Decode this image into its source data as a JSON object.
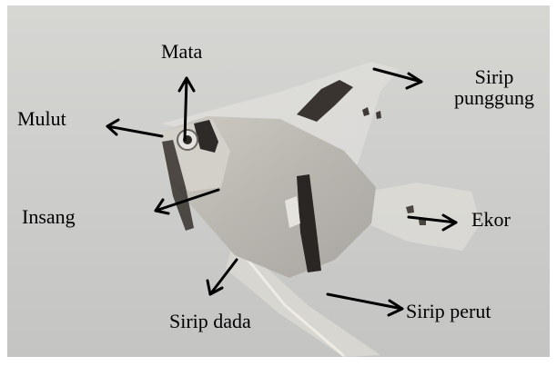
{
  "labels": {
    "mata": "Mata",
    "mulut": "Mulut",
    "sirip_punggung_1": "Sirip",
    "sirip_punggung_2": "punggung",
    "insang": "Insang",
    "ekor": "Ekor",
    "sirip_dada": "Sirip dada",
    "sirip_perut": "Sirip perut"
  },
  "colors": {
    "background": "#c9cbca",
    "arrow": "#000000",
    "fish_body": "#c2c0bb",
    "fish_dark_band": "#2a2624"
  }
}
